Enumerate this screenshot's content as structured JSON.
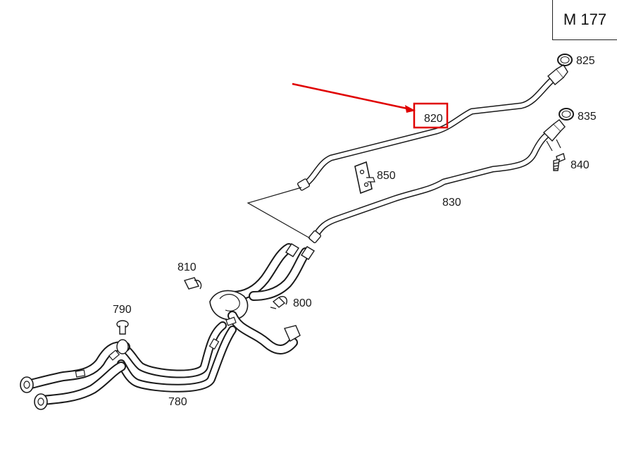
{
  "engine_code": "M 177",
  "parts": {
    "p780": "780",
    "p790": "790",
    "p800": "800",
    "p810": "810",
    "p820": "820",
    "p825": "825",
    "p830": "830",
    "p835": "835",
    "p840": "840",
    "p850": "850"
  },
  "highlight": {
    "part": "820",
    "color": "#e00000"
  }
}
